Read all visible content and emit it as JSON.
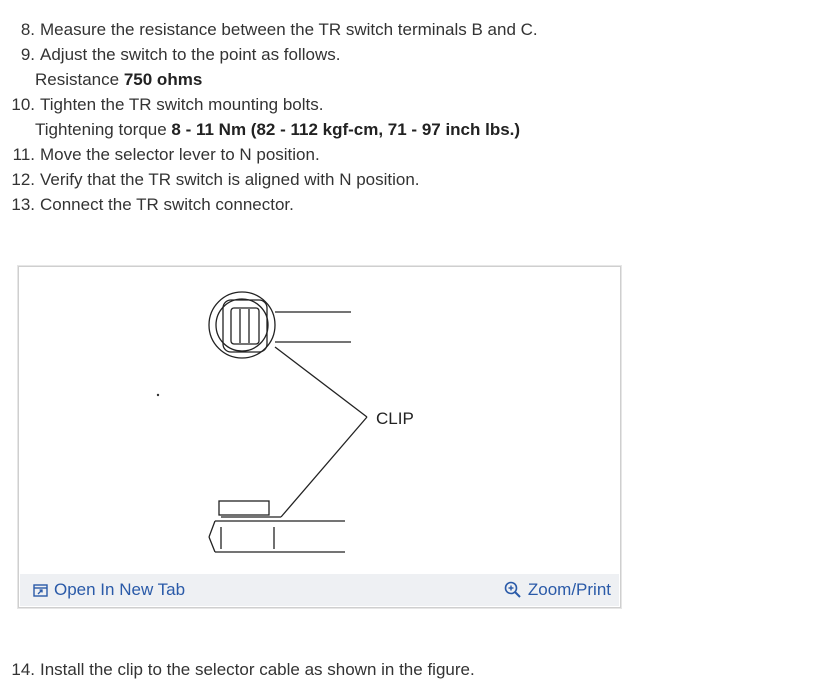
{
  "steps": [
    {
      "num": "8.",
      "text": "Measure the resistance between the TR switch terminals B and C."
    },
    {
      "num": "9.",
      "text": "Adjust the switch to the point as follows."
    },
    {
      "num": "10.",
      "text": "Tighten the TR switch mounting bolts."
    },
    {
      "num": "11.",
      "text": "Move the selector lever to N position."
    },
    {
      "num": "12.",
      "text": "Verify that the TR switch is aligned with N position."
    },
    {
      "num": "13.",
      "text": "Connect the TR switch connector."
    }
  ],
  "sub9": {
    "label": "Resistance",
    "value": "750 ohms"
  },
  "sub10": {
    "label": "Tightening torque",
    "value": "8 - 11 Nm (82 - 112 kgf-cm, 71 - 97 inch lbs.)"
  },
  "figure": {
    "callout": "CLIP",
    "open_label": "Open In New Tab",
    "zoom_label": "Zoom/Print",
    "open_icon": "open-in-new-tab-icon",
    "zoom_icon": "zoom-in-icon"
  },
  "step14": {
    "num": "14.",
    "text": "Install the clip to the selector cable as shown in the figure."
  },
  "colors": {
    "link": "#2a5aa8",
    "text": "#333333",
    "toolbar_bg": "#eef0f3"
  }
}
